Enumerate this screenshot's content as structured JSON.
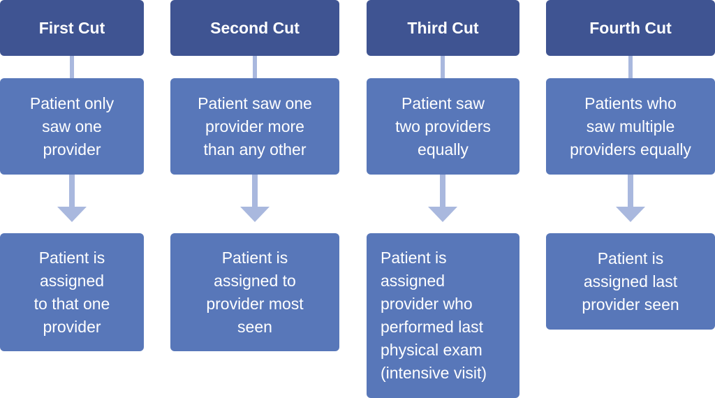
{
  "colors": {
    "header": "#3f5492",
    "box": "#5877b9",
    "connector": "#a9b8de"
  },
  "columns": [
    {
      "header": "First Cut",
      "condition": "Patient only\nsaw one\nprovider",
      "result": "Patient is\nassigned\nto that one\nprovider"
    },
    {
      "header": "Second Cut",
      "condition": "Patient saw one\nprovider more\nthan any other",
      "result": "Patient is\nassigned to\nprovider most\nseen"
    },
    {
      "header": "Third Cut",
      "condition": "Patient saw\ntwo providers\nequally",
      "result": "Patient is\nassigned\nprovider who\nperformed last\nphysical exam\n(intensive visit)"
    },
    {
      "header": "Fourth Cut",
      "condition": "Patients who\nsaw multiple\nproviders equally",
      "result": "Patient is\nassigned last\nprovider seen"
    }
  ]
}
